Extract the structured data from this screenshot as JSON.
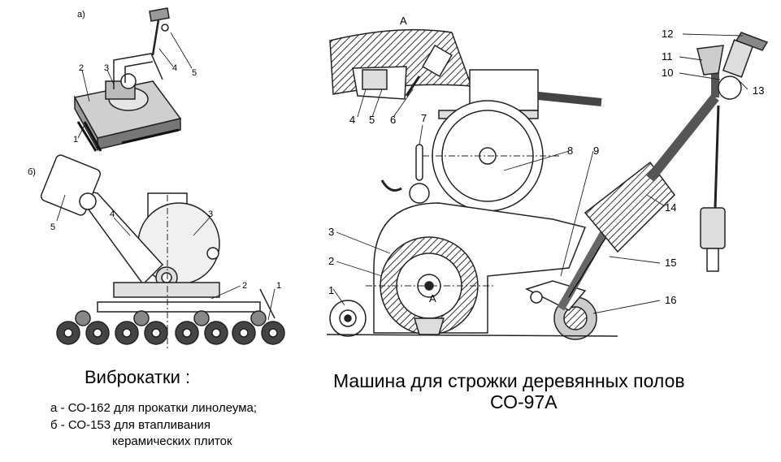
{
  "figure_a": {
    "tag": "а)",
    "callouts": [
      "1",
      "2",
      "3",
      "4",
      "5"
    ]
  },
  "figure_b": {
    "tag": "б)",
    "callouts": [
      "1",
      "2",
      "3",
      "4",
      "5"
    ]
  },
  "left_caption": {
    "title": "Виброкатки :",
    "line_a": "а - СО-162 для прокатки линолеума;",
    "line_b": "б - СО-153 для втапливания",
    "line_b_cont": "керамических плиток"
  },
  "machine": {
    "inset_tag": "А",
    "section_tag": "А",
    "inset_callouts": [
      "4",
      "5",
      "6"
    ],
    "callouts": [
      "1",
      "2",
      "3",
      "7",
      "8",
      "9",
      "10",
      "11",
      "12",
      "13",
      "14",
      "15",
      "16"
    ],
    "title_line1": "Машина для строжки деревянных полов",
    "title_line2": "СО-97А"
  }
}
